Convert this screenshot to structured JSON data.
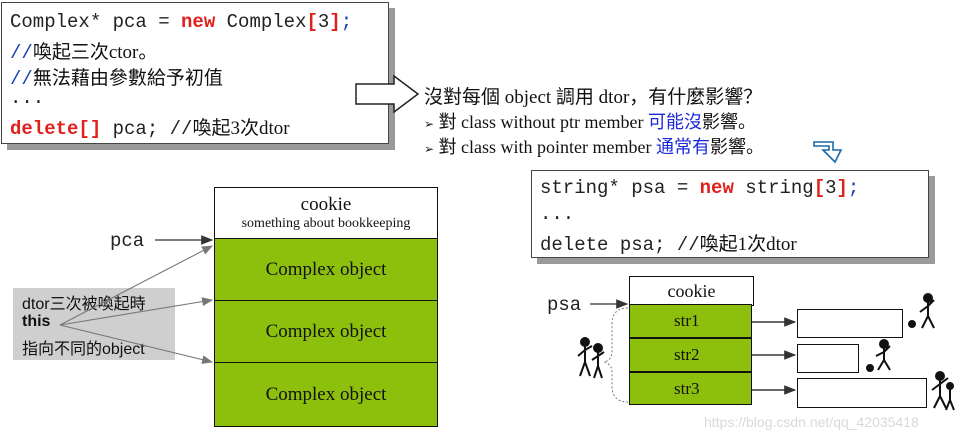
{
  "code_top": {
    "line1": {
      "p1": "Complex* pca = ",
      "kw": "new",
      "p2": " Complex",
      "br_open": "[",
      "num": "3",
      "br_close": "]",
      "semi": ";"
    },
    "line2": {
      "cm": "//",
      "zh": "喚起三次ctor。"
    },
    "line3": {
      "cm": "//",
      "zh": "無法藉由參數給予初值"
    },
    "line4": "...",
    "line5": {
      "kw": "delete[]",
      "p1": " pca; //",
      "zh": "喚起3次dtor"
    }
  },
  "question": {
    "q": "沒對每個 object 調用 dtor，有什麼影響？",
    "b1_pre": "對 class without ptr member ",
    "b1_blue": "可能沒",
    "b1_post": "影響。",
    "b2_pre": "對 class with pointer member ",
    "b2_blue": "通常有",
    "b2_post": "影響。",
    "bullet": "➢"
  },
  "code_right": {
    "line1": {
      "p1": "string* psa = ",
      "kw": "new",
      "p2": " string",
      "br_open": "[",
      "num": "3",
      "br_close": "]",
      "semi": ";"
    },
    "line2": "...",
    "line3": {
      "p1": "delete psa; //",
      "zh": "喚起1次dtor"
    }
  },
  "left_array": {
    "cookie_title": "cookie",
    "cookie_sub": "something about bookkeeping",
    "cells": [
      "Complex object",
      "Complex object",
      "Complex object"
    ],
    "pointer_label": "pca"
  },
  "dtor_note": {
    "line1": "dtor三次被喚起時",
    "line2": "this",
    "line3": "指向不同的object"
  },
  "right_array": {
    "cookie_title": "cookie",
    "cells": [
      "str1",
      "str2",
      "str3"
    ],
    "pointer_label": "psa"
  },
  "watermark": "https://blog.csdn.net/qq_42035418",
  "colors": {
    "green": "#8cc00c",
    "keyword": "#e0201a",
    "comment": "#1a3fb0",
    "blue": "#1b29d8"
  }
}
